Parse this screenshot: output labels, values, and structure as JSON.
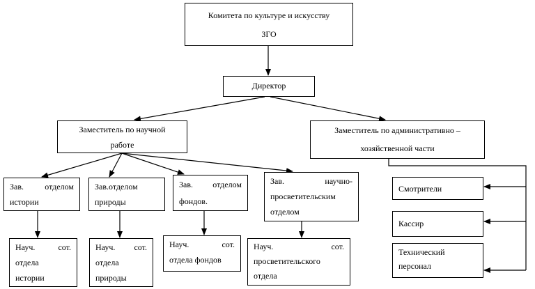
{
  "committee": {
    "line1": "Комитета по культуре и искусству",
    "line2": "ЗГО"
  },
  "director": "Директор",
  "deputy_science": {
    "line1": "Заместитель по научной",
    "line2": "работе"
  },
  "deputy_admin": {
    "line1": "Заместитель по административно –",
    "line2": "хозяйственной части"
  },
  "heads": {
    "history": {
      "line1": "Зав. отделом",
      "line2": "истории"
    },
    "nature": {
      "line1": "Зав.отделом",
      "line2": "природы"
    },
    "funds": {
      "line1": "Зав. отделом",
      "line2": "фондов."
    },
    "education": {
      "line1": "Зав. научно-",
      "line2": "просветительским",
      "line3": "отделом"
    }
  },
  "staff": {
    "history": {
      "line1": "Науч. сот.",
      "line2": "отдела",
      "line3": "истории"
    },
    "nature": {
      "line1": "Науч. сот.",
      "line2": "отдела",
      "line3": "природы"
    },
    "funds": {
      "line1": "Науч. сот.",
      "line2": "отдела фондов"
    },
    "education": {
      "line1": "Науч. сот.",
      "line2": "просветительского",
      "line3": "отдела"
    }
  },
  "admin_staff": {
    "watchers": "Смотрители",
    "cashier": "Кассир",
    "technical": {
      "line1": "Технический",
      "line2": "персонал"
    }
  }
}
